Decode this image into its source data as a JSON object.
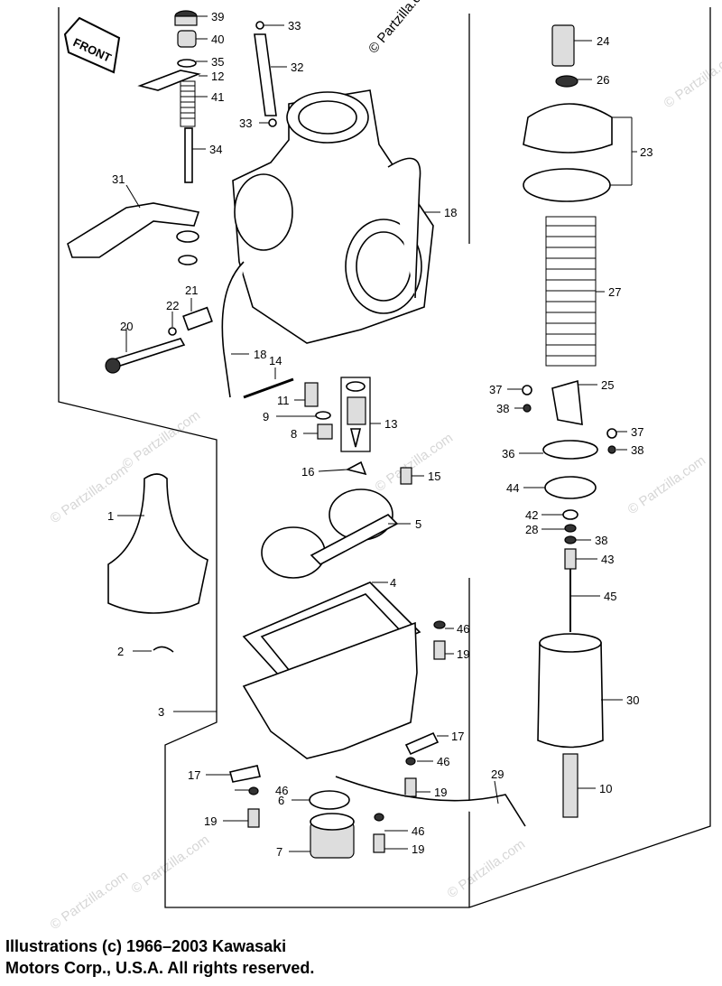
{
  "diagram": {
    "front_label": "FRONT",
    "watermark_top": "© Partzilla.com",
    "watermark": "© Partzilla.com",
    "callouts": {
      "c1": "1",
      "c2": "2",
      "c3": "3",
      "c4": "4",
      "c5": "5",
      "c6": "6",
      "c7": "7",
      "c8": "8",
      "c9": "9",
      "c10": "10",
      "c11": "11",
      "c12": "12",
      "c13": "13",
      "c14": "14",
      "c15": "15",
      "c16": "16",
      "c17a": "17",
      "c17b": "17",
      "c18a": "18",
      "c18b": "18",
      "c19a": "19",
      "c19b": "19",
      "c19c": "19",
      "c19d": "19",
      "c20": "20",
      "c21": "21",
      "c22": "22",
      "c23": "23",
      "c24": "24",
      "c25": "25",
      "c26": "26",
      "c27": "27",
      "c28": "28",
      "c29": "29",
      "c30": "30",
      "c31": "31",
      "c32": "32",
      "c33a": "33",
      "c33b": "33",
      "c34": "34",
      "c35": "35",
      "c36": "36",
      "c37a": "37",
      "c37b": "37",
      "c38a": "38",
      "c38b": "38",
      "c38c": "38",
      "c39": "39",
      "c40": "40",
      "c41": "41",
      "c42": "42",
      "c43": "43",
      "c44": "44",
      "c45": "45",
      "c46a": "46",
      "c46b": "46",
      "c46c": "46",
      "c46d": "46"
    }
  },
  "footer": {
    "line1": "Illustrations (c) 1966–2003 Kawasaki",
    "line2": "Motors Corp., U.S.A.  All rights reserved."
  }
}
